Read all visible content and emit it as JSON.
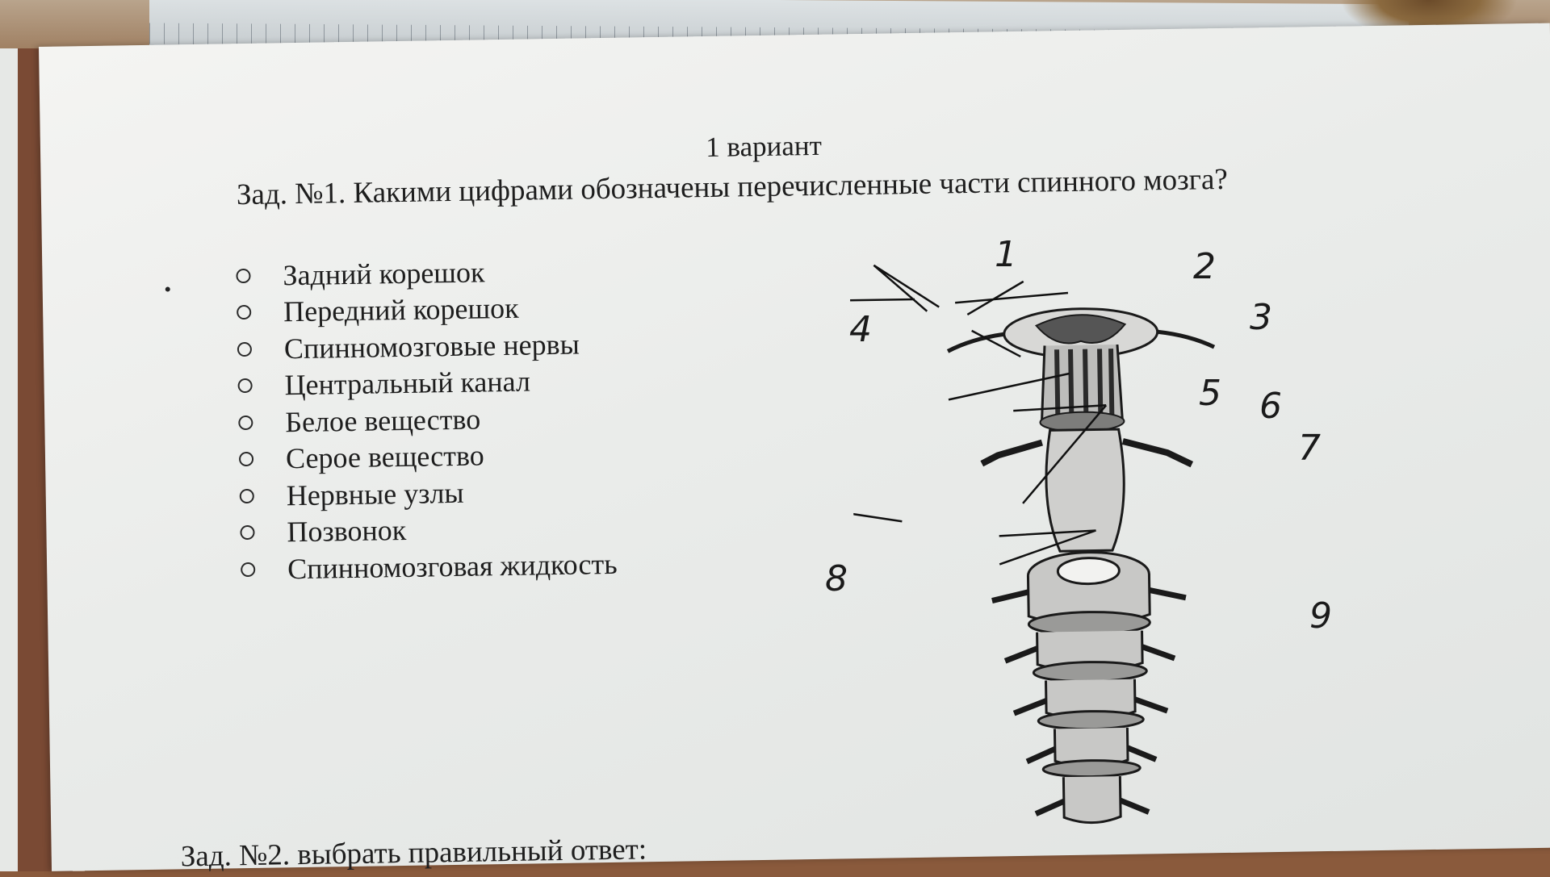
{
  "worksheet": {
    "variant": "1 вариант",
    "question": "Зад. №1. Какими цифрами обозначены перечисленные части спинного мозга?",
    "items": [
      "Задний корешок",
      "Передний корешок",
      "Спинномозговые нервы",
      "Центральный канал",
      "Белое вещество",
      "Серое вещество",
      "Нервные узлы",
      "Позвонок",
      "Спинномозговая жидкость"
    ],
    "task2": "Зад. №2. выбрать правильный ответ:"
  },
  "diagram": {
    "labels": [
      "1",
      "2",
      "3",
      "4",
      "5",
      "6",
      "7",
      "8",
      "9"
    ]
  },
  "colors": {
    "paper": "#eeeeec",
    "ink": "#1e1e1e",
    "binder": "#7a4a34"
  }
}
